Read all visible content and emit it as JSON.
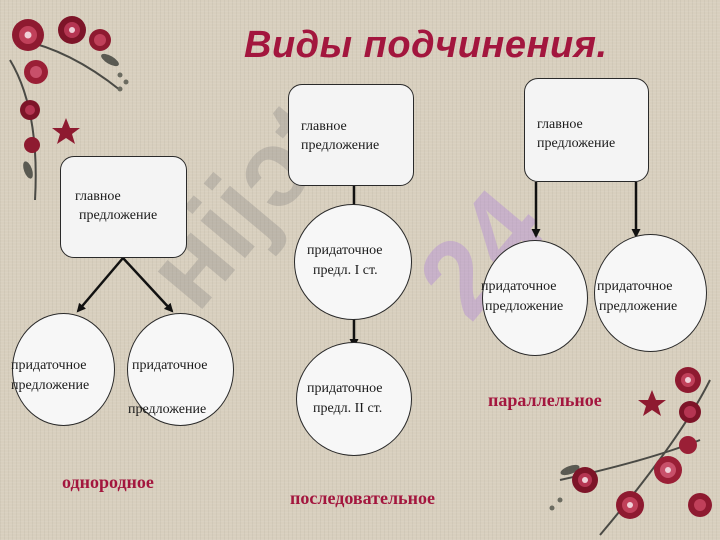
{
  "title": "Виды подчинения.",
  "groups": {
    "homogeneous": {
      "main": [
        "главное",
        "предложение"
      ],
      "sub_left": [
        "придаточное",
        "предложение"
      ],
      "sub_right": [
        "придаточное",
        "предложение"
      ],
      "caption": "однородное"
    },
    "sequential": {
      "main": [
        "главное",
        "предложение"
      ],
      "sub_1": [
        "придаточное",
        "предл. I ст."
      ],
      "sub_2": [
        "придаточное",
        "предл. II ст."
      ],
      "caption": "последовательное"
    },
    "parallel": {
      "main": [
        "главное",
        "предложение"
      ],
      "sub_left": [
        "придаточное",
        "предложение"
      ],
      "sub_right": [
        "придаточное",
        "предложение"
      ],
      "caption": "параллельное"
    }
  },
  "colors": {
    "accent": "#a3163e",
    "flower": "#8e1a30",
    "leaf": "#4a4a45"
  },
  "icons": [
    "flower-icon",
    "star-icon"
  ]
}
